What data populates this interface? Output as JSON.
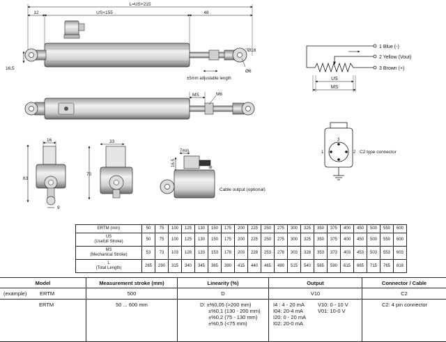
{
  "drawing": {
    "top_view": {
      "total_length": "L=US+215",
      "body_length": "US+155",
      "left_offset": "12",
      "right_length": "48",
      "height_dim": "16.5",
      "rod_end_dia": "Ø18",
      "hole_dia": "Ø6",
      "adjust_note": "±5mm adjustable length"
    },
    "side_view": {
      "ms_label": "MS",
      "thread_label": "M6"
    },
    "end_views": {
      "width_16": "16",
      "height_63": "63",
      "width_9": "9",
      "width_33": "33",
      "height_70": "70"
    },
    "cable_view": {
      "dim_7": "7min.",
      "dim_16_5": "16.5",
      "caption": "Cable output (optional)"
    },
    "schematic": {
      "pin1": "1 Blue (-)",
      "pin2": "2 Yellow (Vout)",
      "pin3": "3 Brown (+)",
      "us": "US",
      "ms": "MS"
    },
    "connector": {
      "pin3": "3",
      "pin1": "1",
      "pin2": "2",
      "label": "C2 type connector"
    }
  },
  "dimension_table": {
    "rows": [
      {
        "label": [
          "ERTM (mm)"
        ],
        "values": [
          "50",
          "75",
          "100",
          "125",
          "130",
          "150",
          "175",
          "200",
          "225",
          "250",
          "275",
          "300",
          "325",
          "350",
          "375",
          "400",
          "450",
          "500",
          "550",
          "600"
        ]
      },
      {
        "label": [
          "US",
          "(Usefull Stroke)"
        ],
        "values": [
          "50",
          "75",
          "100",
          "125",
          "130",
          "150",
          "175",
          "200",
          "225",
          "250",
          "275",
          "300",
          "325",
          "350",
          "375",
          "400",
          "450",
          "500",
          "550",
          "600"
        ]
      },
      {
        "label": [
          "MS",
          "(Mechanical Stroke)"
        ],
        "values": [
          "53",
          "73",
          "103",
          "128",
          "133",
          "153",
          "178",
          "203",
          "228",
          "253",
          "278",
          "303",
          "328",
          "353",
          "373",
          "403",
          "453",
          "503",
          "553",
          "603"
        ]
      },
      {
        "label": [
          "L",
          "(Total Length)"
        ],
        "values": [
          "265",
          "290",
          "315",
          "340",
          "345",
          "365",
          "390",
          "415",
          "440",
          "465",
          "490",
          "515",
          "540",
          "565",
          "590",
          "615",
          "665",
          "715",
          "765",
          "818"
        ]
      }
    ]
  },
  "order_table": {
    "headers": [
      "Model",
      "Measurement stroke (mm)",
      "Linearity (%)",
      "Output",
      "Connector / Cable"
    ],
    "example": {
      "tag": "(example)",
      "model": "ERTM",
      "stroke": "500",
      "linearity": "D",
      "output": "V10",
      "connector": "C2"
    },
    "main": {
      "model": "ERTM",
      "stroke": "50 ... 600 mm",
      "linearity": [
        "D: ±%0,05 (>200 mm)",
        "±%0,1 (130 - 200 mm)",
        "±%0,2 (75 - 130 mm)",
        "±%0,5 (<75 mm)"
      ],
      "output_left": [
        "I4  : 4 - 20 mA",
        "I04: 20-4 mA",
        "I20: 0 - 20 mA",
        "I02: 20-0 mA"
      ],
      "output_right": [
        "V10: 0 - 10 V",
        "V01: 10-0 V"
      ],
      "connector": "C2: 4 pin connector"
    }
  }
}
